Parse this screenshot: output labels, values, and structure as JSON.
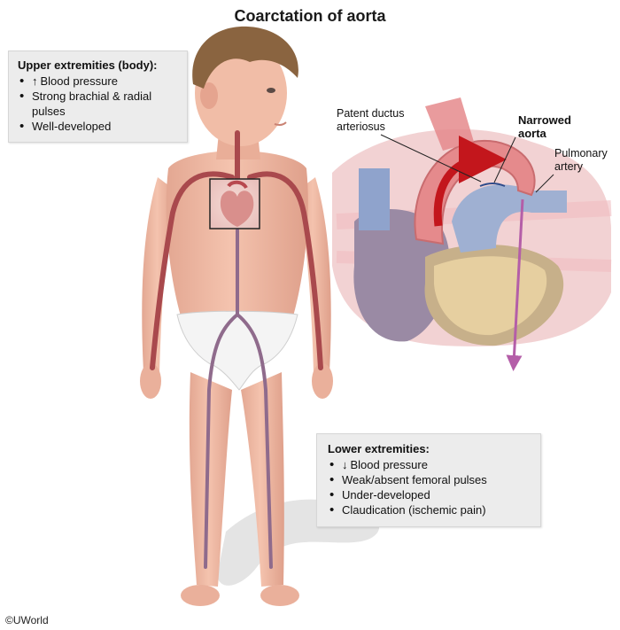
{
  "title": "Coarctation of aorta",
  "upper": {
    "heading": "Upper extremities (body):",
    "items": [
      {
        "arrow": "↑",
        "text": "Blood pressure"
      },
      {
        "arrow": "",
        "text": "Strong brachial & radial pulses"
      },
      {
        "arrow": "",
        "text": "Well-developed"
      }
    ]
  },
  "lower": {
    "heading": "Lower extremities:",
    "items": [
      {
        "arrow": "↓",
        "text": "Blood pressure"
      },
      {
        "arrow": "",
        "text": "Weak/absent femoral pulses"
      },
      {
        "arrow": "",
        "text": "Under-developed"
      },
      {
        "arrow": "",
        "text": "Claudication (ischemic pain)"
      }
    ]
  },
  "labels": {
    "pda_line1": "Patent ductus",
    "pda_line2": "arteriosus",
    "narrowed_line1": "Narrowed",
    "narrowed_line2": "aorta",
    "pulm_line1": "Pulmonary",
    "pulm_line2": "artery"
  },
  "copyright": "©UWorld",
  "colors": {
    "skin": "#efb9a3",
    "skin_shadow": "#d99883",
    "hair": "#8a6440",
    "artery": "#a9494d",
    "vein": "#8f6b8c",
    "aorta": "#e58a8c",
    "flow_arrow": "#c3161c",
    "pulmonary": "#9fb0d2",
    "heart_muscle": "#9a8aa4",
    "fat": "#e6cfa0",
    "callout_bg": "#ececec"
  }
}
